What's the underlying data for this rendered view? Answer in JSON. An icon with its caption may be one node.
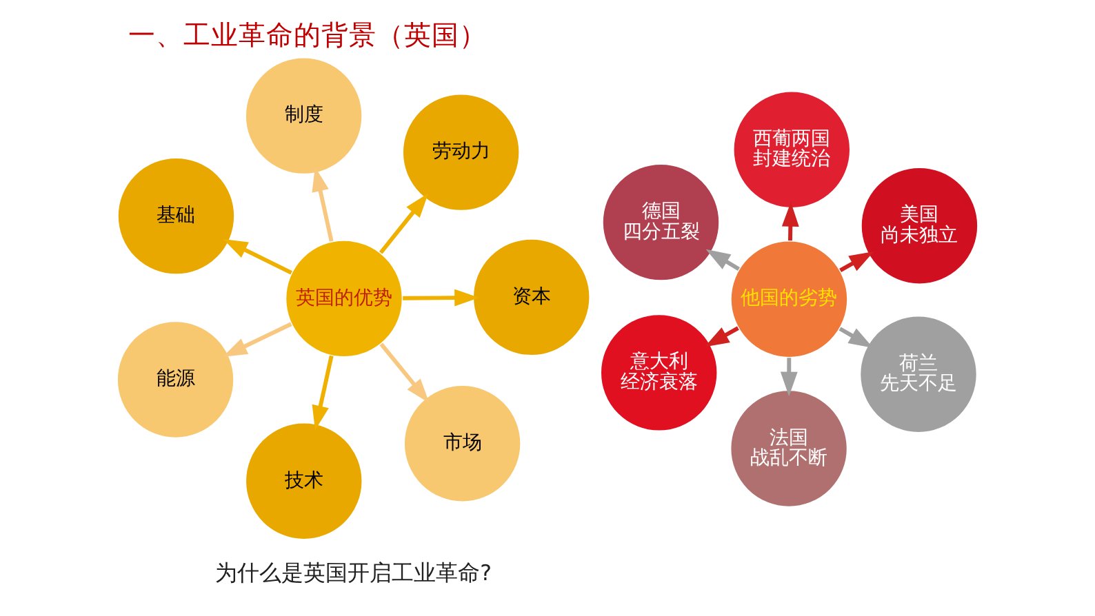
{
  "diagram": {
    "title": "一、工业革命的背景（英国）",
    "nodes": [
      {
        "text": [
          "英国的优势"
        ]
      },
      {
        "text": [
          "资本"
        ]
      },
      {
        "text": [
          "技术"
        ]
      },
      {
        "text": [
          "基础"
        ]
      },
      {
        "text": [
          "劳动力"
        ]
      },
      {
        "text": [
          "制度"
        ]
      },
      {
        "text": [
          "能源"
        ]
      },
      {
        "text": [
          "市场"
        ]
      },
      {
        "text": [
          "他国的劣势"
        ]
      },
      {
        "text": [
          "荷兰",
          "先天不足"
        ]
      },
      {
        "text": [
          "法国",
          "战乱不断"
        ]
      },
      {
        "text": [
          "德国",
          "四分五裂"
        ]
      },
      {
        "text": [
          "美国",
          "尚未独立"
        ]
      },
      {
        "text": [
          "西葡两国",
          "封建统治"
        ]
      },
      {
        "text": [
          "意大利",
          "经济衰落"
        ]
      }
    ],
    "edges": [
      {
        "from": 0,
        "to": 1,
        "arrow": "to",
        "color": "#f0b000"
      },
      {
        "from": 0,
        "to": 2,
        "arrow": "to",
        "color": "#f0b000"
      },
      {
        "from": 0,
        "to": 3,
        "arrow": "to",
        "color": "#f0b000"
      },
      {
        "from": 0,
        "to": 4,
        "arrow": "to",
        "color": "#f0b000"
      },
      {
        "from": 0,
        "to": 5,
        "arrow": "to",
        "color": "#f8c880"
      },
      {
        "from": 0,
        "to": 6,
        "arrow": "to",
        "color": "#f8c880"
      },
      {
        "from": 0,
        "to": 7,
        "arrow": "to",
        "color": "#f8c880"
      },
      {
        "from": 8,
        "to": 9,
        "arrow": "to",
        "color": "#a0a0a0"
      },
      {
        "from": 8,
        "to": 10,
        "arrow": "to",
        "color": "#a0a0a0"
      },
      {
        "from": 8,
        "to": 11,
        "arrow": "to",
        "color": "#a0a0a0"
      },
      {
        "from": 8,
        "to": 12,
        "arrow": "to",
        "color": "#d02020"
      },
      {
        "from": 8,
        "to": 13,
        "arrow": "to",
        "color": "#d02020"
      },
      {
        "from": 8,
        "to": 14,
        "arrow": "to",
        "color": "#d02020"
      }
    ],
    "labels": [
      "为什么是英国开启工业革命?"
    ]
  }
}
